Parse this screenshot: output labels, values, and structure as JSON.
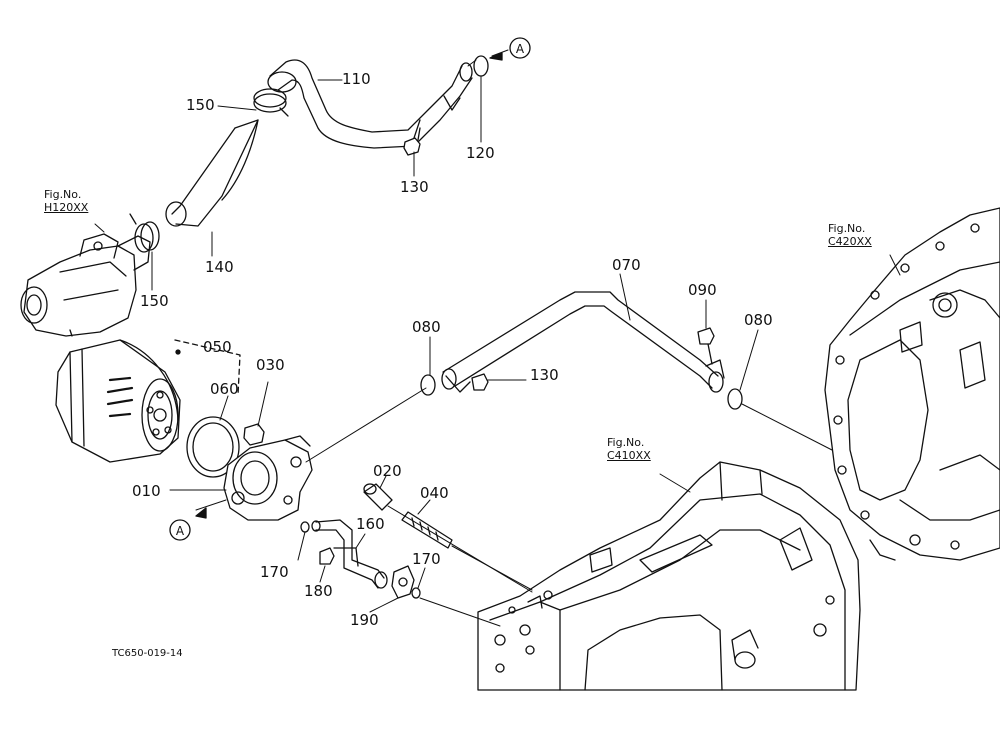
{
  "diagram": {
    "drawing_code": "TC650-019-14",
    "connector_marker": "A",
    "parts": [
      {
        "id": "p010",
        "label": "010"
      },
      {
        "id": "p020",
        "label": "020"
      },
      {
        "id": "p030",
        "label": "030"
      },
      {
        "id": "p040",
        "label": "040"
      },
      {
        "id": "p050",
        "label": "050"
      },
      {
        "id": "p060",
        "label": "060"
      },
      {
        "id": "p070",
        "label": "070"
      },
      {
        "id": "p080a",
        "label": "080"
      },
      {
        "id": "p080b",
        "label": "080"
      },
      {
        "id": "p090",
        "label": "090"
      },
      {
        "id": "p110",
        "label": "110"
      },
      {
        "id": "p120",
        "label": "120"
      },
      {
        "id": "p130a",
        "label": "130"
      },
      {
        "id": "p130b",
        "label": "130"
      },
      {
        "id": "p140",
        "label": "140"
      },
      {
        "id": "p150a",
        "label": "150"
      },
      {
        "id": "p150b",
        "label": "150"
      },
      {
        "id": "p160",
        "label": "160"
      },
      {
        "id": "p170a",
        "label": "170"
      },
      {
        "id": "p170b",
        "label": "170"
      },
      {
        "id": "p180",
        "label": "180"
      },
      {
        "id": "p190",
        "label": "190"
      }
    ],
    "figure_refs": [
      {
        "id": "h120",
        "fig": "Fig.No.",
        "code": "H120XX"
      },
      {
        "id": "c420",
        "fig": "Fig.No.",
        "code": "C420XX"
      },
      {
        "id": "c410",
        "fig": "Fig.No.",
        "code": "C410XX"
      }
    ]
  }
}
